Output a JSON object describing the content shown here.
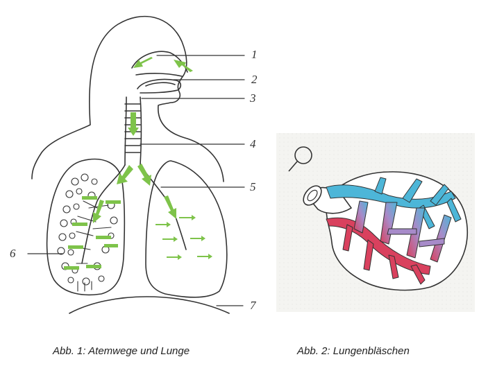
{
  "figure1": {
    "caption": "Abb. 1: Atemwege und Lunge",
    "labels": [
      "1",
      "2",
      "3",
      "4",
      "5",
      "6",
      "7"
    ]
  },
  "figure2": {
    "caption": "Abb. 2: Lungenbläschen",
    "magnifier_icon": "magnifier-icon"
  },
  "colors": {
    "arrow": "#7ec34a",
    "outline": "#333333",
    "deoxygenated": "#4db6d8",
    "oxygenated": "#d9415e",
    "mixed": "#a78bc9",
    "paper2": "#f4f4f1"
  }
}
